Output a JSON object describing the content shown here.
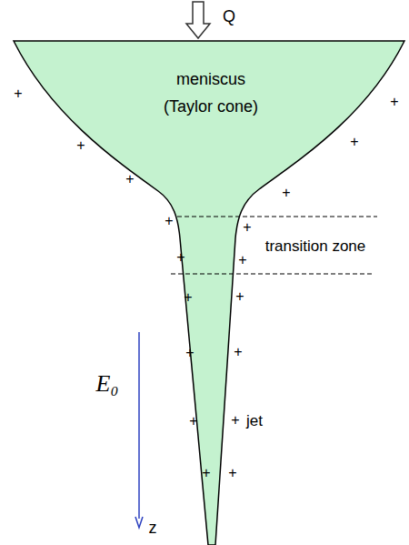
{
  "diagram": {
    "nodes": [
      {
        "text": [
          "meniscus (Taylor cone)"
        ]
      }
    ],
    "labels": [
      "Q",
      "transition zone",
      "jet",
      "E₀",
      "z",
      "+",
      "+",
      "+",
      "+",
      "+",
      "+",
      "+",
      "+",
      "+",
      "+",
      "+",
      "+",
      "+",
      "+",
      "+",
      "+",
      "+",
      "+"
    ]
  }
}
